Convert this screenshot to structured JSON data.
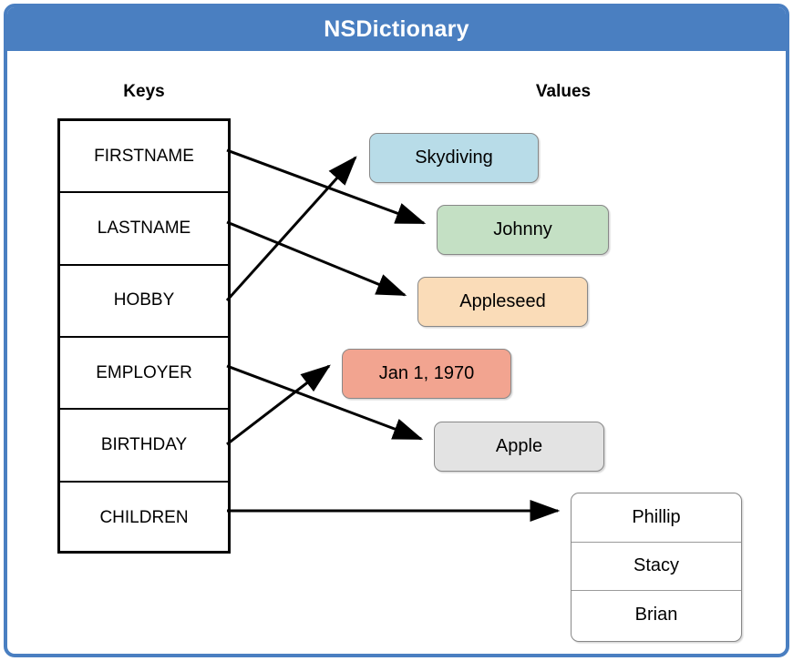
{
  "window": {
    "title": "NSDictionary",
    "accent_color": "#4a7fc1",
    "background_color": "#ffffff"
  },
  "headings": {
    "keys": "Keys",
    "values": "Values"
  },
  "keys": [
    {
      "label": "FIRSTNAME"
    },
    {
      "label": "LASTNAME"
    },
    {
      "label": "HOBBY"
    },
    {
      "label": "EMPLOYER"
    },
    {
      "label": "BIRTHDAY"
    },
    {
      "label": "CHILDREN"
    }
  ],
  "values": [
    {
      "label": "Skydiving",
      "color": "#b8dce8"
    },
    {
      "label": "Johnny",
      "color": "#c4e0c4"
    },
    {
      "label": "Appleseed",
      "color": "#fadcb8"
    },
    {
      "label": "Jan 1, 1970",
      "color": "#f2a490"
    },
    {
      "label": "Apple",
      "color": "#e3e3e3"
    }
  ],
  "children_list": {
    "items": [
      {
        "label": "Phillip"
      },
      {
        "label": "Stacy"
      },
      {
        "label": "Brian"
      }
    ]
  },
  "mappings": [
    {
      "key": "FIRSTNAME",
      "value": "Johnny"
    },
    {
      "key": "LASTNAME",
      "value": "Appleseed"
    },
    {
      "key": "HOBBY",
      "value": "Skydiving"
    },
    {
      "key": "EMPLOYER",
      "value": "Apple"
    },
    {
      "key": "BIRTHDAY",
      "value": "Jan 1, 1970"
    },
    {
      "key": "CHILDREN",
      "value": "Phillip, Stacy, Brian"
    }
  ]
}
